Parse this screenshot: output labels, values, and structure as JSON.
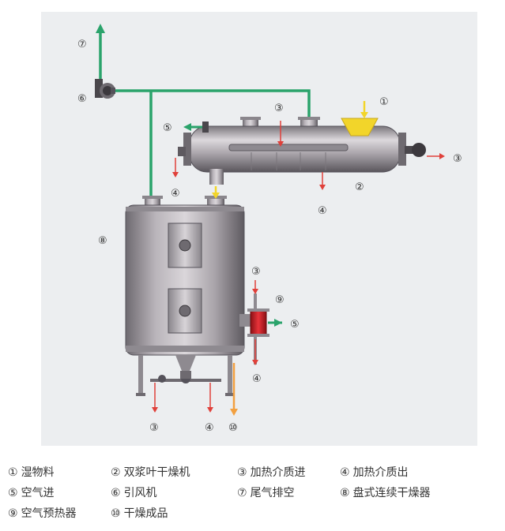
{
  "colors": {
    "background": "#eceef0",
    "vessel_light": "#d8d4d8",
    "vessel_mid": "#a9a4aa",
    "vessel_dark": "#6e6a70",
    "air_pipe": "#2aa36b",
    "heat_arrow": "#e0403a",
    "product_arrow": "#f2a040",
    "feed_material": "#f2d52a",
    "preheater": "#d8202a"
  },
  "callouts": {
    "c7": "⑦",
    "c6": "⑥",
    "c3_top": "③",
    "c1": "①",
    "c5_top": "⑤",
    "c3_right": "③",
    "c4_left": "④",
    "c2": "②",
    "c4_mid": "④",
    "c8": "⑧",
    "c3_heater": "③",
    "c9": "⑨",
    "c5_right": "⑤",
    "c4_heater": "④",
    "c3_bottom": "③",
    "c4_bottom": "④",
    "c10": "⑩"
  },
  "legend": [
    {
      "num": "①",
      "label": "湿物料"
    },
    {
      "num": "②",
      "label": "双浆叶干燥机"
    },
    {
      "num": "③",
      "label": "加热介质进"
    },
    {
      "num": "④",
      "label": "加热介质出"
    },
    {
      "num": "⑤",
      "label": "空气进"
    },
    {
      "num": "⑥",
      "label": "引风机"
    },
    {
      "num": "⑦",
      "label": "尾气排空"
    },
    {
      "num": "⑧",
      "label": "盘式连续干燥器"
    },
    {
      "num": "⑨",
      "label": "空气预热器"
    },
    {
      "num": "⑩",
      "label": "干燥成品"
    }
  ]
}
